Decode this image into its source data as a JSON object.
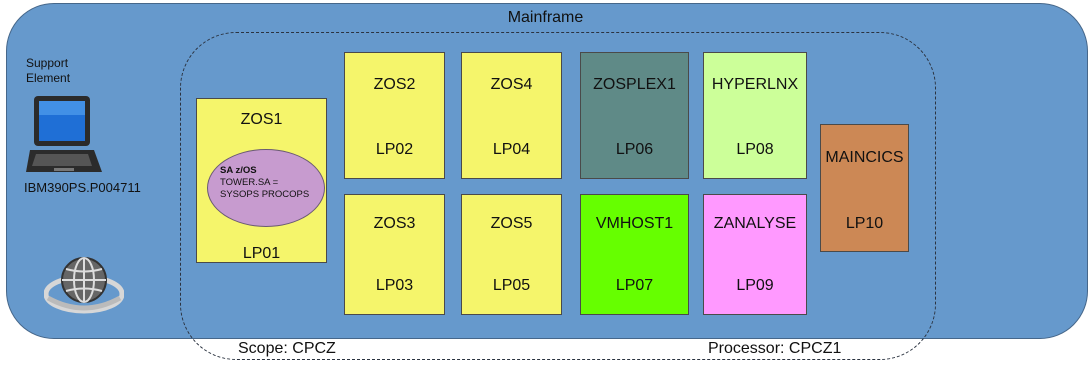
{
  "mainframe": {
    "title": "Mainframe"
  },
  "support_element": {
    "label_line1": "Support",
    "label_line2": "Element",
    "id": "IBM390PS.P004711"
  },
  "scope": {
    "label": "Scope: CPCZ"
  },
  "processor": {
    "label": "Processor: CPCZ1"
  },
  "sa_oval": {
    "line1": "SA z/OS",
    "line2": "TOWER.SA  =",
    "line3": "SYSOPS PROCOPS"
  },
  "lpars": [
    {
      "name": "ZOS1",
      "lp": "LP01",
      "color": "#f5f56b"
    },
    {
      "name": "ZOS2",
      "lp": "LP02",
      "color": "#f5f56b"
    },
    {
      "name": "ZOS3",
      "lp": "LP03",
      "color": "#f5f56b"
    },
    {
      "name": "ZOS4",
      "lp": "LP04",
      "color": "#f5f56b"
    },
    {
      "name": "ZOS5",
      "lp": "LP05",
      "color": "#f5f56b"
    },
    {
      "name": "ZOSPLEX1",
      "lp": "LP06",
      "color": "#5f8a87"
    },
    {
      "name": "VMHOST1",
      "lp": "LP07",
      "color": "#66ff00"
    },
    {
      "name": "HYPERLNX",
      "lp": "LP08",
      "color": "#ccff99"
    },
    {
      "name": "ZANALYSE",
      "lp": "LP09",
      "color": "#ff99ff"
    },
    {
      "name": "MAINCICS",
      "lp": "LP10",
      "color": "#cc8855"
    }
  ],
  "icons": {
    "laptop": "laptop-icon",
    "globe": "globe-icon"
  }
}
